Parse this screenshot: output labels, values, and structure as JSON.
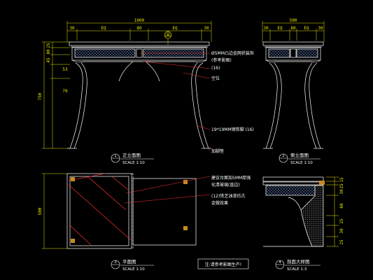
{
  "front": {
    "overall_width": "1000",
    "top_dims": [
      "30",
      "EQ",
      "80",
      "EQ",
      "30"
    ],
    "height": "750",
    "left_dims": [
      "25",
      "80",
      "45",
      "53",
      "79"
    ],
    "section_marker": "A",
    "notes": [
      "Ø5MM凸边金网状装饰",
      "(参考影图)",
      "(16)",
      "空位",
      "19*19MM钢铁脚 (16)",
      "加脚垫"
    ],
    "title": "正立面图",
    "scale": "SCALE 1:10",
    "number": "1"
  },
  "side": {
    "overall_width": "500",
    "top_dims": [
      "30",
      "EQ",
      "80",
      "EQ",
      "30"
    ],
    "title": "侧立面图",
    "scale": "SCALE 1:10",
    "number": "2"
  },
  "plan": {
    "depth": "500",
    "notes": [
      "建议台面加5MM厚强",
      "化清玻璃(直边)",
      "(12)铁艺油漆仿古",
      "金做效果"
    ],
    "title": "平面图",
    "scale": "SCALE 1:10",
    "number": "3"
  },
  "detail": {
    "right_dims": [
      "15",
      "25",
      "30",
      "60",
      "25",
      "30",
      "25"
    ],
    "title": "剖面大样图",
    "scale": "SCALE 1:3",
    "number": "4"
  },
  "footer_note": "注:请参考影图生产!",
  "colors": {
    "line": "#ffffff",
    "dim": "#e6e600",
    "accent": "#ff3030",
    "pattern": "#8ab0ff"
  }
}
